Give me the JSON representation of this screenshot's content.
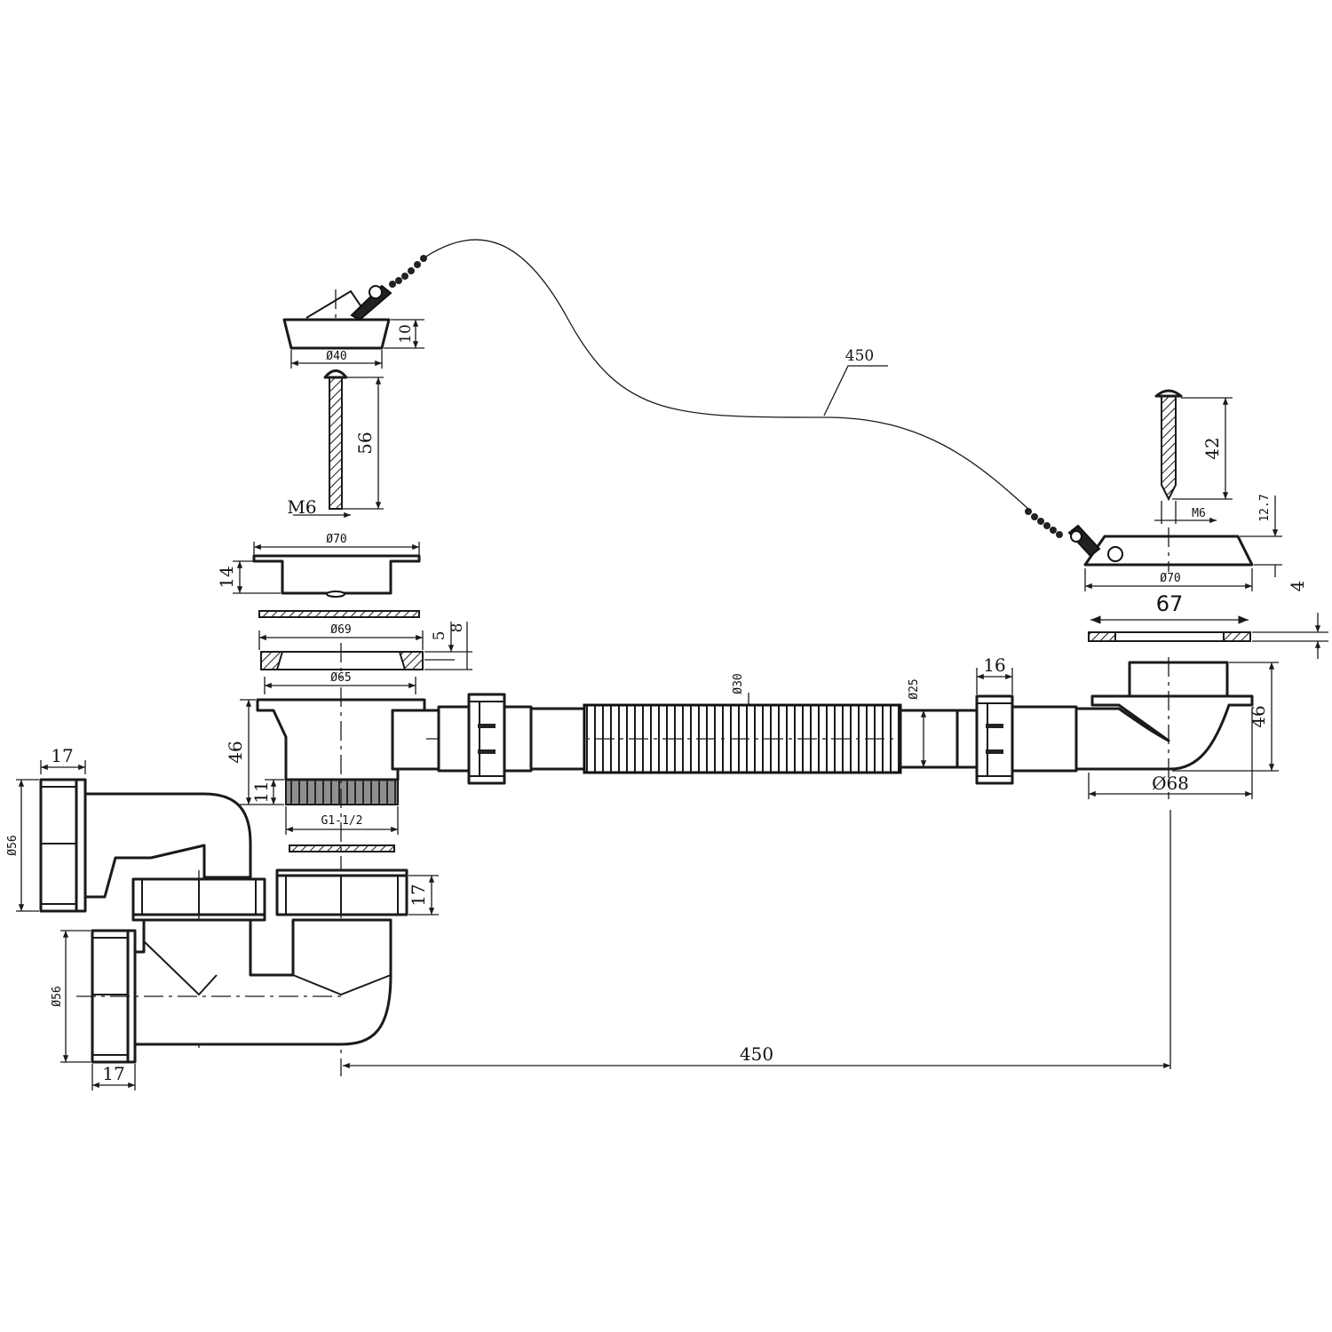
{
  "labels": {
    "chain_length": "450",
    "plug_top_height": "10",
    "plug_top_diameter": "Ø40",
    "bolt_length": "56",
    "bolt_thread": "M6",
    "strainer_diameter": "Ø70",
    "strainer_height": "14",
    "seal_diameter": "Ø69",
    "seal_thickness_a": "5",
    "seal_thickness_b": "8",
    "body_diameter": "Ø65",
    "body_height": "46",
    "thread_height": "11",
    "thread_size": "G1-1/2",
    "trap_nut_height": "17",
    "inlet_nut_width_top": "17",
    "inlet_diameter_top": "Ø56",
    "outlet_diameter": "Ø56",
    "outlet_nut_width": "17",
    "center_distance": "450",
    "hose_diameter": "Ø30",
    "pipe_diameter": "Ø25",
    "coupling_width": "16",
    "overflow_bolt_length": "42",
    "overflow_bolt_thread": "M6",
    "overflow_cap_height": "12.7",
    "overflow_cap_diameter": "Ø70",
    "overflow_gasket_thickness": "4",
    "overflow_gasket_width": "67",
    "overflow_body_height": "46",
    "overflow_body_diameter": "Ø68"
  }
}
